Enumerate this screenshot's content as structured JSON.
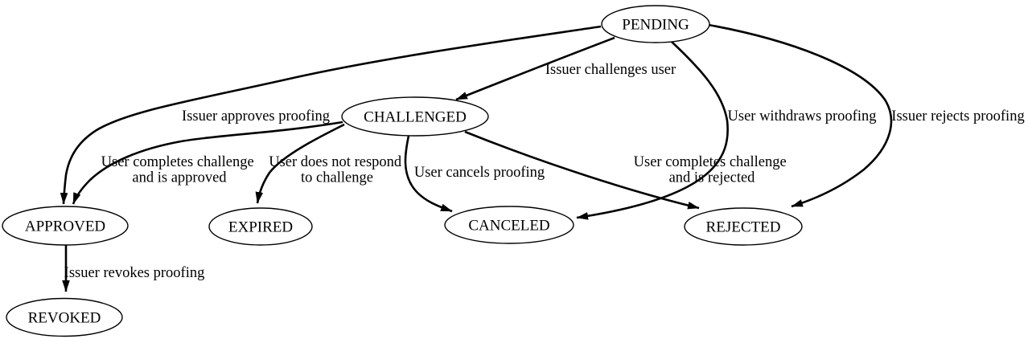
{
  "colors": {
    "background": "#ffffff",
    "node_fill": "#ffffff",
    "line": "#000000",
    "text": "#000000"
  },
  "diagram": {
    "type": "state-transition-graph",
    "nodes": {
      "pending": {
        "label": "PENDING"
      },
      "challenged": {
        "label": "CHALLENGED"
      },
      "approved": {
        "label": "APPROVED"
      },
      "expired": {
        "label": "EXPIRED"
      },
      "canceled": {
        "label": "CANCELED"
      },
      "rejected": {
        "label": "REJECTED"
      },
      "revoked": {
        "label": "REVOKED"
      }
    },
    "edges": {
      "pending_challenged": {
        "from": "PENDING",
        "to": "CHALLENGED",
        "label": "Issuer challenges user"
      },
      "pending_approved": {
        "from": "PENDING",
        "to": "APPROVED",
        "label": "Issuer approves proofing"
      },
      "pending_canceled": {
        "from": "PENDING",
        "to": "CANCELED",
        "label": "User withdraws proofing"
      },
      "pending_rejected": {
        "from": "PENDING",
        "to": "REJECTED",
        "label": "Issuer rejects proofing"
      },
      "challenged_approved": {
        "from": "CHALLENGED",
        "to": "APPROVED",
        "label_line1": "User completes challenge",
        "label_line2": "and is approved"
      },
      "challenged_expired": {
        "from": "CHALLENGED",
        "to": "EXPIRED",
        "label_line1": "User does not respond",
        "label_line2": "to challenge"
      },
      "challenged_canceled": {
        "from": "CHALLENGED",
        "to": "CANCELED",
        "label": "User cancels proofing"
      },
      "challenged_rejected": {
        "from": "CHALLENGED",
        "to": "REJECTED",
        "label_line1": "User completes challenge",
        "label_line2": "and is rejected"
      },
      "approved_revoked": {
        "from": "APPROVED",
        "to": "REVOKED",
        "label": "Issuer revokes proofing"
      }
    }
  }
}
